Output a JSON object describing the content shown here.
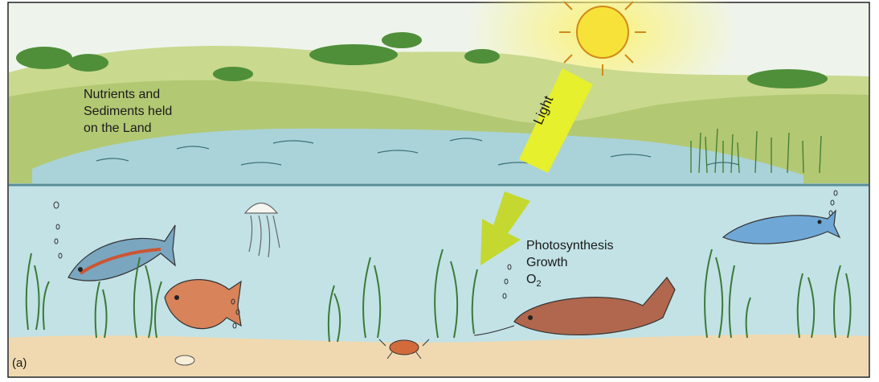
{
  "labels": {
    "land_line1": "Nutrients and",
    "land_line2": "Sediments held",
    "land_line3": "on the Land",
    "light": "Light",
    "photo_line1": "Photosynthesis",
    "photo_line2": "Growth",
    "photo_o": "O",
    "photo_sub": "2",
    "panel": "(a)"
  },
  "colors": {
    "sky": "#ecf3ea",
    "hills": "#b8cc7c",
    "water": "#bfe0e4",
    "sand": "#f0d9b0",
    "sun": "#f7e23a",
    "light_beam": "#e6f02c",
    "trees": "#4f8f3a"
  }
}
